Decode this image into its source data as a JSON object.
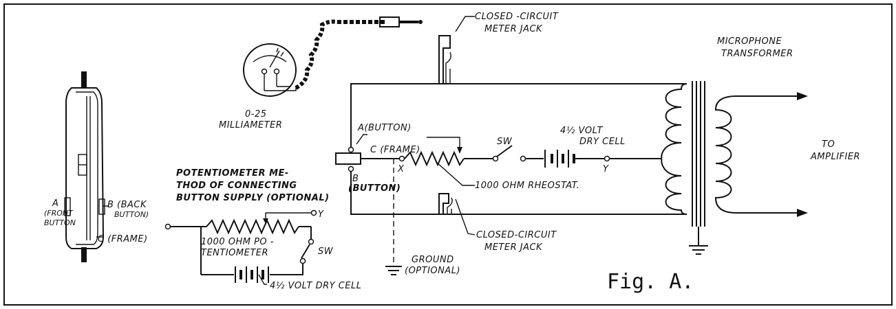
{
  "figure": {
    "caption": "Fig. A."
  },
  "labels": {
    "closed_circuit_jack_top_1": "CLOSED -CIRCUIT",
    "closed_circuit_jack_top_2": "METER JACK",
    "microphone_transformer_1": "MICROPHONE",
    "microphone_transformer_2": "TRANSFORMER",
    "milliameter_1": "0-25",
    "milliameter_2": "MILLIAMETER",
    "a_button": "A(BUTTON)",
    "c_frame": "C (FRAME)",
    "b_button_1": "B",
    "b_button_2": "(BUTTON)",
    "x_point": "X",
    "y_point": "Y",
    "sw": "SW",
    "dry_cell_top_1": "4½ VOLT",
    "dry_cell_top_2": "DRY CELL",
    "rheostat": "1000 OHM RHEOSTAT.",
    "to_amplifier_1": "TO",
    "to_amplifier_2": "AMPLIFIER",
    "closed_circuit_jack_bottom_1": "CLOSED-CIRCUIT",
    "closed_circuit_jack_bottom_2": "METER JACK",
    "ground_1": "GROUND",
    "ground_2": "(OPTIONAL)",
    "pot_method_1": "POTENTIOMETER  ME-",
    "pot_method_2": "THOD OF CONNECTING",
    "pot_method_3": "BUTTON SUPPLY (OPTIONAL)",
    "pot_y": "Y",
    "pot_sw": "SW",
    "pot_1": "1000 OHM PO -",
    "pot_2": "TENTIOMETER",
    "dry_cell_bottom": "4½ VOLT  DRY CELL",
    "mic_a_1": "A",
    "mic_a_2": "(FRONT",
    "mic_a_3": "BUTTON",
    "mic_b_1": "B (BACK",
    "mic_b_2": "BUTTON)",
    "mic_c": "C (FRAME)"
  }
}
